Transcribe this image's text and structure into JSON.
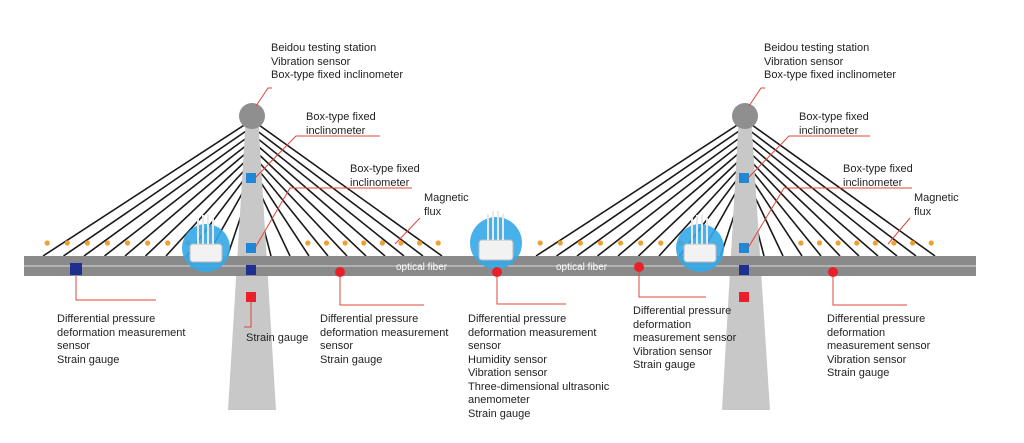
{
  "labels": {
    "left_tower_top": [
      "Beidou testing station",
      "Vibration sensor",
      "Box-type fixed inclinometer"
    ],
    "right_tower_top": [
      "Beidou testing station",
      "Vibration sensor",
      "Box-type fixed inclinometer"
    ],
    "left_inclinometer_upper": [
      "Box-type fixed",
      "inclinometer"
    ],
    "left_inclinometer_lower": [
      "Box-type fixed",
      "inclinometer"
    ],
    "right_inclinometer_upper": [
      "Box-type fixed",
      "inclinometer"
    ],
    "right_inclinometer_lower": [
      "Box-type fixed",
      "inclinometer"
    ],
    "magnetic_flux_left": [
      "Magnetic",
      "flux"
    ],
    "magnetic_flux_right": [
      "Magnetic",
      "flux"
    ],
    "left_span_sensor": [
      "Differential pressure",
      "deformation measurement",
      "sensor",
      "Strain gauge"
    ],
    "left_tower_strain": [
      "Strain gauge"
    ],
    "left_mid_sensor": [
      "Differential pressure",
      "deformation measurement",
      "sensor",
      "Strain gauge"
    ],
    "center_sensor": [
      "Differential pressure",
      "deformation measurement",
      "sensor",
      "Humidity sensor",
      "Vibration sensor",
      "Three-dimensional ultrasonic",
      "anemometer",
      "Strain gauge"
    ],
    "right_mid_sensor": [
      "Differential pressure",
      "deformation",
      "measurement sensor",
      "Vibration sensor",
      "Strain gauge"
    ],
    "right_span_sensor": [
      "Differential pressure",
      "deformation",
      "measurement sensor",
      "Vibration sensor",
      "Strain gauge"
    ]
  },
  "fiber_labels": [
    "optical fiber",
    "optical fiber"
  ],
  "colors": {
    "deck": "#8a8a8a",
    "tower": "#c8c8c8",
    "cable": "#1a1a1a",
    "callout": "#e0453a",
    "inclinometer": "#1e88d6",
    "strain_square": "#1f2f8f",
    "red_sensor": "#e8202a",
    "flux_dot": "#f0a030",
    "weather_bubble": "#35a8e8"
  }
}
